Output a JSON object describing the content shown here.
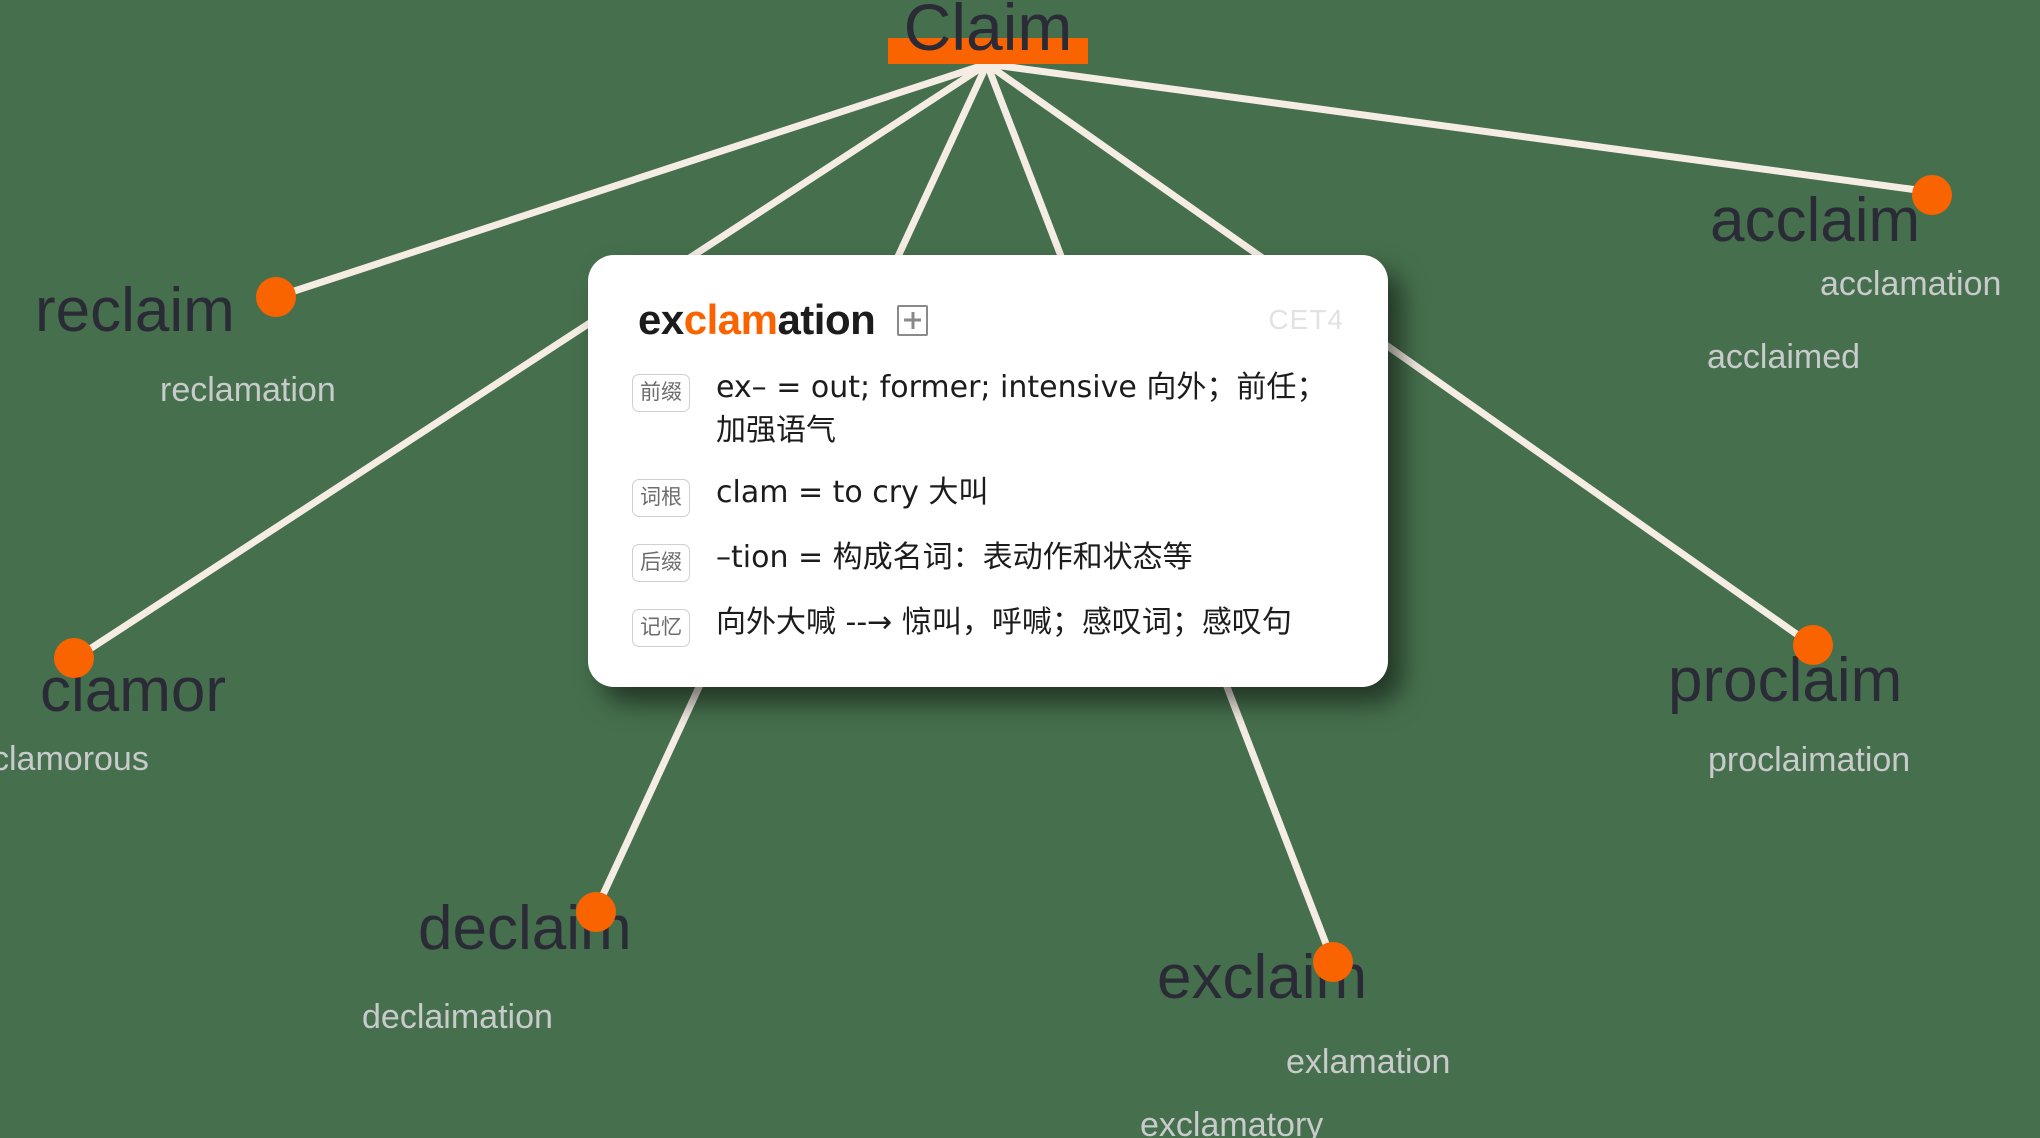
{
  "canvas": {
    "background_color": "#46704d",
    "line_color": "#f5ede4",
    "accent_color": "#fa6400",
    "word_color": "#2b2b38",
    "derivative_color": "#c8cacb"
  },
  "root": {
    "label": "Claim",
    "underline_color": "#fa6400"
  },
  "nodes": [
    {
      "id": "reclaim",
      "word": "reclaim",
      "derivatives": [
        "reclamation"
      ]
    },
    {
      "id": "clamor",
      "word": "clamor",
      "derivatives": [
        "clamorous"
      ]
    },
    {
      "id": "declaim",
      "word": "declaim",
      "derivatives": [
        "declaimation"
      ]
    },
    {
      "id": "exclaim",
      "word": "exclaim",
      "derivatives": [
        "exlamation",
        "exclamatory"
      ]
    },
    {
      "id": "proclaim",
      "word": "proclaim",
      "derivatives": [
        "proclaimation"
      ]
    },
    {
      "id": "acclaim",
      "word": "acclaim",
      "derivatives": [
        "acclamation",
        "acclaimed"
      ]
    }
  ],
  "card": {
    "word_prefix": "ex",
    "word_highlight": "clam",
    "word_suffix": "ation",
    "add_icon": "plus-square-icon",
    "level_badge": "CET4",
    "rows": [
      {
        "tag": "前缀",
        "text": "ex– = out; former; intensive 向外；前任；加强语气"
      },
      {
        "tag": "词根",
        "text": "clam = to cry 大叫"
      },
      {
        "tag": "后缀",
        "text": "–tion = 构成名词：表动作和状态等"
      },
      {
        "tag": "记忆",
        "text": "向外大喊  --→  惊叫，呼喊；感叹词；感叹句"
      }
    ]
  }
}
